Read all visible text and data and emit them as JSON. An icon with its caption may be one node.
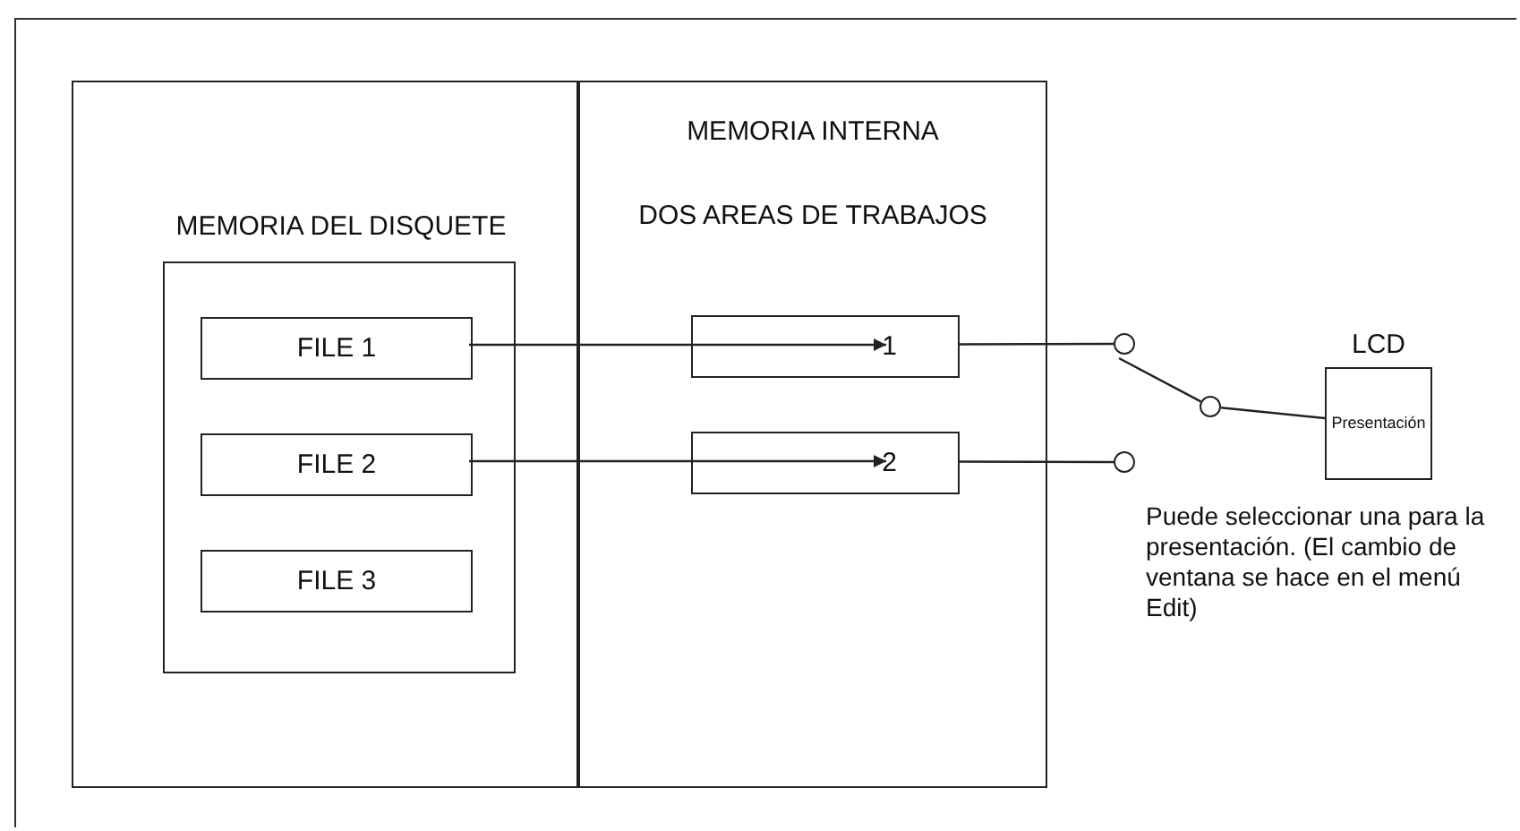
{
  "diagram": {
    "nodes": [
      {
        "text": [],
        "shape": "box"
      },
      {
        "text": [
          "MEMORIA DEL DISQUETE"
        ],
        "in": 0
      },
      {
        "text": [
          "FILE 1"
        ],
        "in": 1
      },
      {
        "text": [
          "FILE 2"
        ],
        "in": 1
      },
      {
        "text": [
          "FILE 3"
        ],
        "in": 1
      },
      {
        "text": [
          "MEMORIA INTERNA",
          "DOS AREAS DE TRABAJOS"
        ]
      },
      {
        "text": [
          "1"
        ],
        "in": 5
      },
      {
        "text": [
          "2"
        ],
        "in": 5
      },
      {
        "text": [],
        "shape": "circle"
      },
      {
        "text": [],
        "shape": "circle"
      },
      {
        "text": [],
        "shape": "circle"
      },
      {
        "text": [
          "Presentación"
        ],
        "beside": [
          "LCD"
        ]
      }
    ],
    "edges": [
      {
        "from": 2,
        "to": 6,
        "arrow": "to"
      },
      {
        "from": 3,
        "to": 7,
        "arrow": "to"
      },
      {
        "from": 6,
        "to": 8,
        "arrow": "none"
      },
      {
        "from": 7,
        "to": 9,
        "arrow": "none"
      },
      {
        "from": 10,
        "to": 8,
        "arrow": "none"
      },
      {
        "from": 10,
        "to": 11,
        "arrow": "none"
      }
    ],
    "labels": [
      "Puede seleccionar una para la presentación. (El cambio de ventana se hace en el menú Edit)"
    ]
  }
}
